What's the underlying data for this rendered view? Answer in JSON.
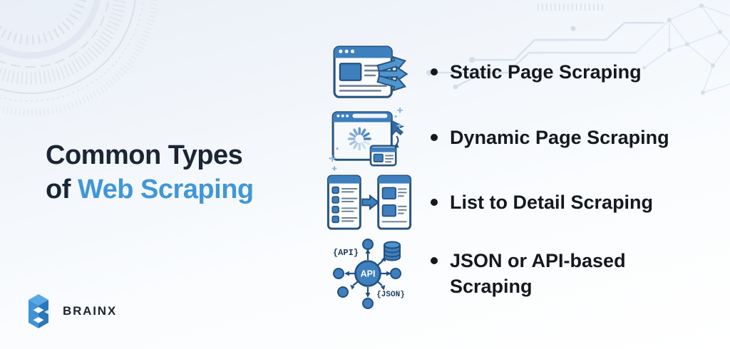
{
  "page": {
    "title_line1": "Common Types",
    "title_line2_prefix": "of ",
    "title_line2_highlight": "Web Scraping"
  },
  "list": {
    "items": [
      {
        "label": "Static Page Scraping",
        "icon": "static-page-scraping-icon"
      },
      {
        "label": "Dynamic Page Scraping",
        "icon": "dynamic-page-scraping-icon"
      },
      {
        "label": "List to Detail Scraping",
        "icon": "list-to-detail-scraping-icon"
      },
      {
        "label": "JSON or API-based Scraping",
        "icon": "json-api-scraping-icon"
      }
    ]
  },
  "icons": {
    "api_center_label": "API",
    "api_tag": "{API}",
    "json_tag": "{JSON}"
  },
  "brand": {
    "name": "BRAINX"
  },
  "colors": {
    "accent_blue": "#4097d7",
    "title_dark": "#1b2534",
    "text_dark": "#15181d",
    "icon_blue": "#3e7fbd",
    "icon_blue_light": "#4f95ce",
    "icon_outline": "#27527e",
    "deco_line": "#d2deeb"
  }
}
